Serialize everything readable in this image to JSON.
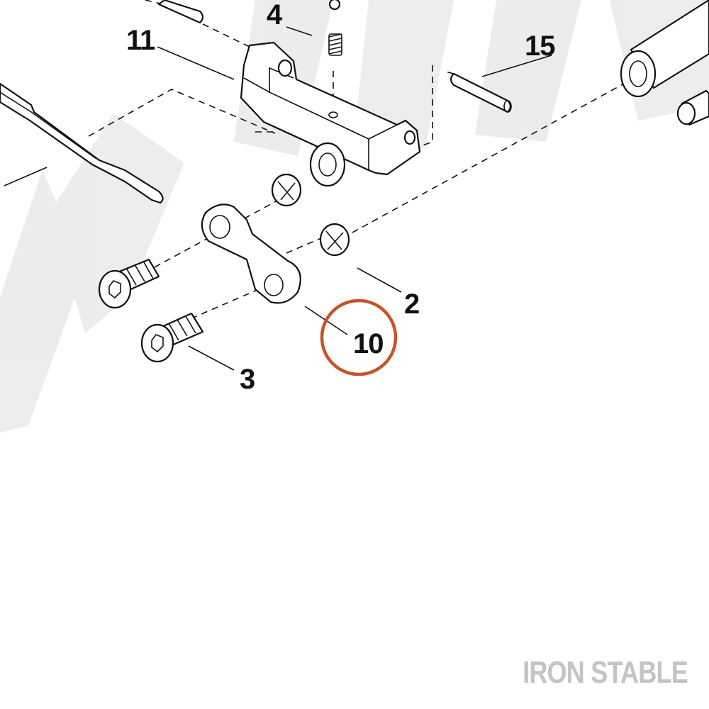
{
  "callouts": {
    "c2": "2",
    "c3": "3",
    "c4": "4",
    "c10": "10",
    "c11": "11",
    "c15": "15"
  },
  "highlight": {
    "callout": "10",
    "color": "#C8522B"
  },
  "brand": {
    "text": "IRON STABLE",
    "color": "#C4C4C4"
  }
}
